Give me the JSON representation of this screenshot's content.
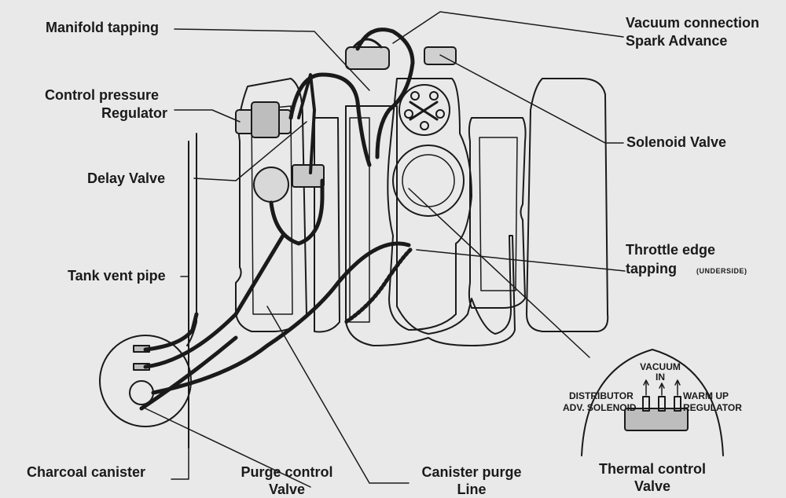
{
  "labels": {
    "manifold_tapping": "Manifold tapping",
    "control_pressure_1": "Control pressure",
    "control_pressure_2": "Regulator",
    "delay_valve": "Delay Valve",
    "tank_vent_pipe": "Tank vent pipe",
    "charcoal_canister": "Charcoal canister",
    "purge_control_1": "Purge control",
    "purge_control_2": "Valve",
    "canister_purge_1": "Canister purge",
    "canister_purge_2": "Line",
    "vacuum_connection_1": "Vacuum connection",
    "vacuum_connection_2": "Spark Advance",
    "solenoid_valve": "Solenoid Valve",
    "throttle_edge_1": "Throttle edge",
    "throttle_edge_2": "tapping",
    "throttle_edge_note": "(UNDERSIDE)",
    "thermal_control_1": "Thermal control",
    "thermal_control_2": "Valve"
  },
  "inset": {
    "vacuum_in_1": "VACUUM",
    "vacuum_in_2": "IN",
    "distributor_1": "DISTRIBUTOR",
    "distributor_2": "ADV. SOLENOID",
    "warm_up_1": "WARM UP",
    "warm_up_2": "REGULATOR"
  },
  "colors": {
    "background": "#e9e9e9",
    "ink": "#1a1a1a"
  }
}
